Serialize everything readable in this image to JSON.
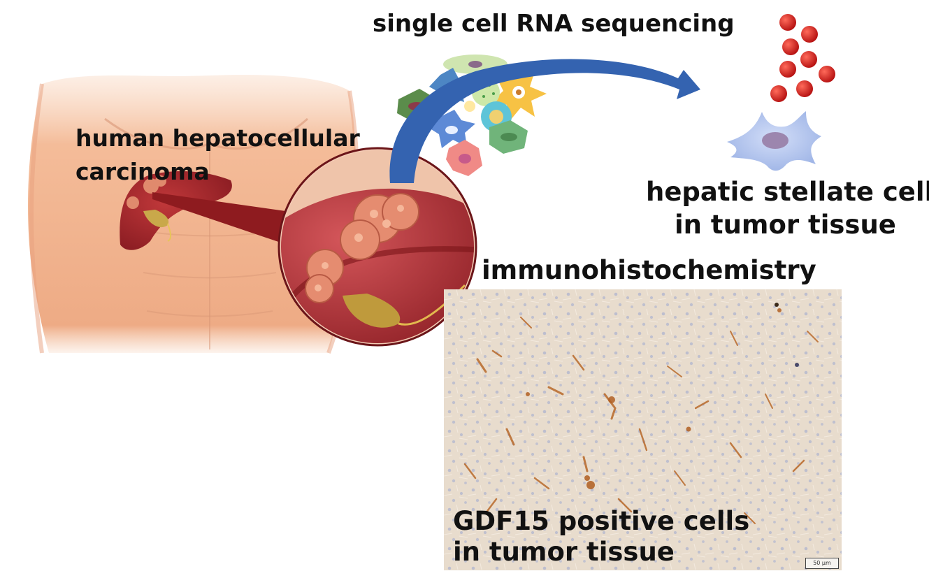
{
  "labels": {
    "scrna": "single cell RNA sequencing",
    "hcc_line1": "human hepatocellular",
    "hcc_line2": "carcinoma",
    "hsc_line1": "hepatic stellate cell",
    "hsc_line2": "in tumor tissue",
    "ihc": "immunohistochemistry",
    "ihc_caption_line1": "GDF15 positive cells",
    "ihc_caption_line2": "in tumor tissue",
    "scale_bar": "50 μm"
  },
  "colors": {
    "skin": "#f2b48e",
    "liver": "#a3282d",
    "tumor": "#d9705a",
    "arrow": "#2e5ea8",
    "secreted_dot": "#d01818",
    "stellate_cell": "#b7c8ee",
    "ihc_background": "#e9dcce",
    "ihc_stain": "#b8692a"
  }
}
